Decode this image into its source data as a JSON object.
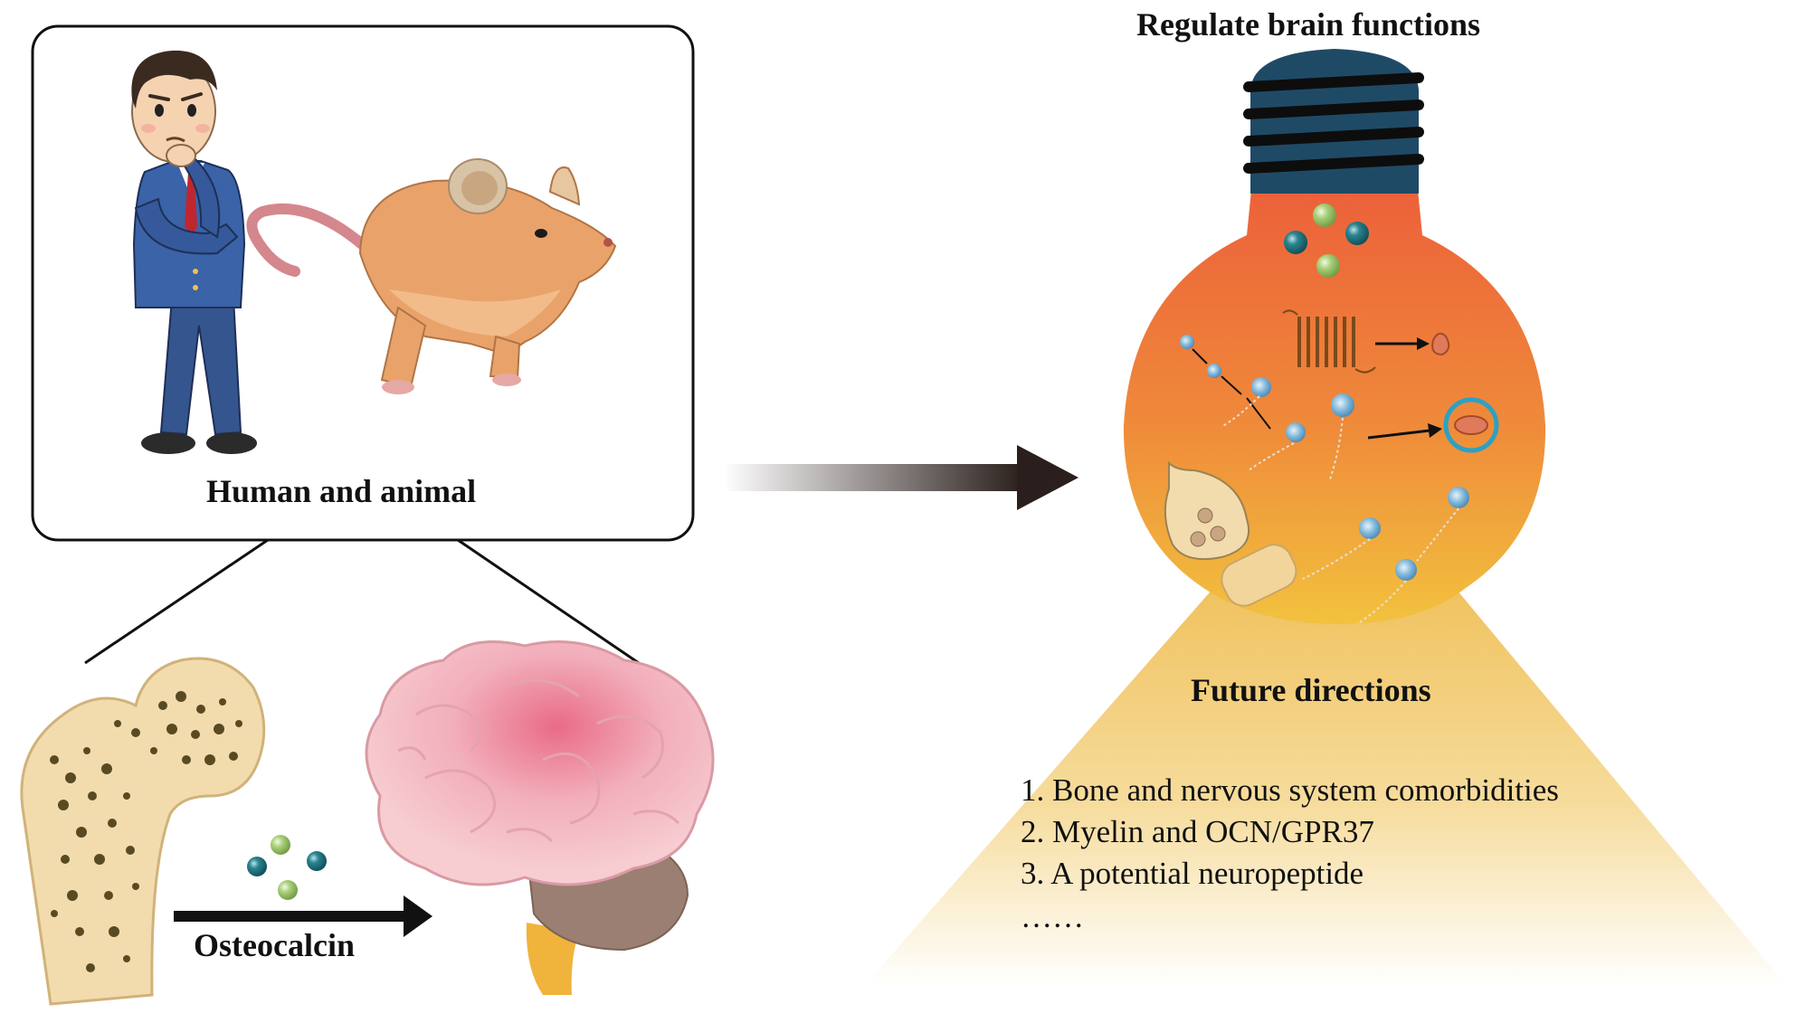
{
  "left_panel": {
    "box_title": "Human and animal",
    "arrow_label": "Osteocalcin"
  },
  "bulb": {
    "title": "Regulate brain functions"
  },
  "future": {
    "title": "Future directions",
    "items": [
      "1. Bone and nervous system comorbidities",
      "2. Myelin and OCN/GPR37",
      "3. A potential neuropeptide",
      "……"
    ]
  },
  "colors": {
    "bulb_top": "#ec6a3c",
    "bulb_bottom": "#f0b43c",
    "bulb_base": "#1f4a66",
    "beam": "#f2c766",
    "mouse": "#e9a36a",
    "suit": "#3a5fa0",
    "brain": "#f2b5bf",
    "bone": "#f2dcae",
    "osteocalcin_teal": "#1f6e7a",
    "osteocalcin_green": "#9cc46a"
  }
}
